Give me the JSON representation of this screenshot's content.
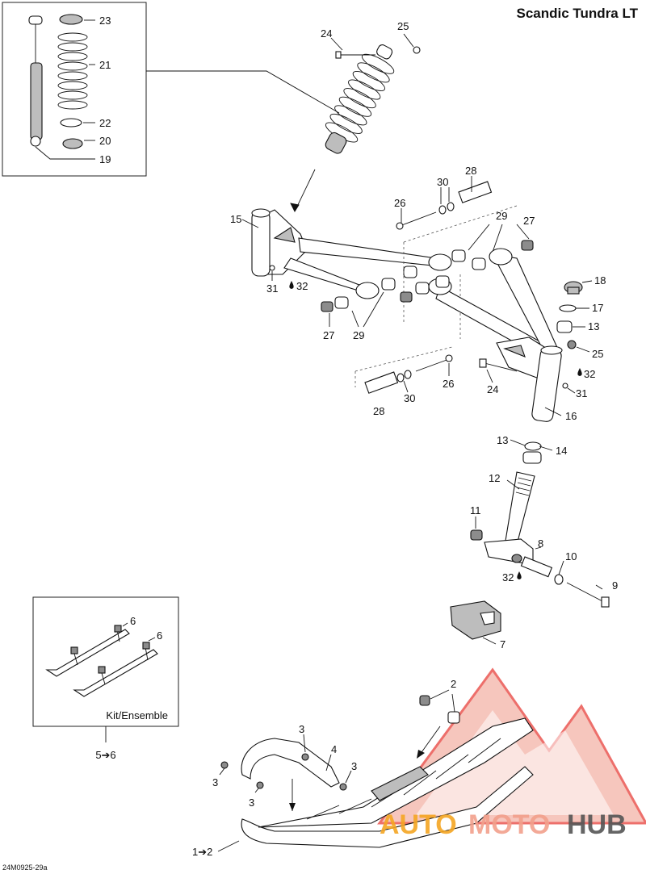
{
  "title": "Scandic Tundra LT",
  "doc_code": "24M0925-29a",
  "kit_label": "Kit/Ensemble",
  "kit_range": "5➔6",
  "ski_range": "1➔2",
  "callouts": {
    "c23": "23",
    "c21": "21",
    "c22": "22",
    "c20": "20",
    "c19": "19",
    "c24a": "24",
    "c25a": "25",
    "c30a": "30",
    "c28a": "28",
    "c26a": "26",
    "c15": "15",
    "c29a": "29",
    "c27a": "27",
    "c31a": "31",
    "c32a": "32",
    "c18": "18",
    "c17": "17",
    "c13a": "13",
    "c27b": "27",
    "c29b": "29",
    "c25b": "25",
    "c26b": "26",
    "c24b": "24",
    "c32b": "32",
    "c31b": "31",
    "c30b": "30",
    "c28b": "28",
    "c16": "16",
    "c13b": "13",
    "c14": "14",
    "c12": "12",
    "c11": "11",
    "c8": "8",
    "c10": "10",
    "c32c": "32",
    "c9": "9",
    "c7": "7",
    "c6a": "6",
    "c6b": "6",
    "c2": "2",
    "c3a": "3",
    "c4": "4",
    "c3b": "3",
    "c3c": "3",
    "c3d": "3"
  },
  "watermark": {
    "auto": "AUTO",
    "moto": "MOTO",
    "hub": "HUB",
    "colors": {
      "accent": "#e8403a",
      "light": "#f2a08c",
      "orange": "#f5a623",
      "dark": "#555555"
    }
  }
}
